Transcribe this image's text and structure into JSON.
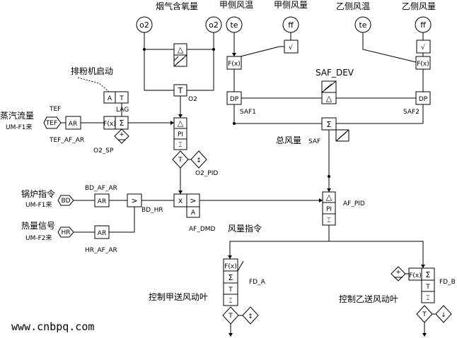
{
  "labels": {
    "flue_o2": "烟气含氧量",
    "a_temp": "甲侧风温",
    "a_flow": "甲侧风量",
    "b_temp": "乙侧风温",
    "b_flow": "乙侧风量",
    "mill_start": "排粉机启动",
    "steam_flow": "蒸汽流量",
    "steam_src": "UM-F1来",
    "boiler_cmd": "锅炉指令",
    "boiler_src": "UM-F1来",
    "heat_signal": "热量信号",
    "heat_src": "UM-F2来",
    "total_air": "总风量",
    "air_cmd": "风量指令",
    "ctrl_a": "控制甲送风动叶",
    "ctrl_b": "控制乙送风动叶",
    "watermark": "www.cnbpq.com"
  },
  "tags": {
    "tef": "TEF",
    "tef_af_ar": "TEF_AF_AR",
    "o2": "O2",
    "o2_sp": "O2_SP",
    "o2_pid": "O2_PID",
    "lag": "LAG",
    "saf_dev": "SAF_DEV",
    "saf1": "SAF1",
    "saf2": "SAF2",
    "saf": "SAF",
    "bd_af_ar": "BD_AF_AR",
    "bd_hr": "BD_HR",
    "hr_af_ar": "HR_AF_AR",
    "af_dmd": "AF_DMD",
    "af_pid": "AF_PID",
    "fd_a": "FD_A",
    "fd_b": "FD_B"
  },
  "blocks": {
    "o2": "o2",
    "te": "te",
    "ff": "ff",
    "tef": "TEF",
    "bd": "BD",
    "hr": "HR",
    "ar": "AR",
    "fx": "F(x)",
    "t": "T",
    "a": "A",
    "dp": "DP",
    "pi": "PI",
    "x": "X",
    "sigma": "Σ",
    "delta": "△",
    "gt": ">",
    "sqrt": "√",
    "updown": "↕",
    "down": "↓"
  }
}
